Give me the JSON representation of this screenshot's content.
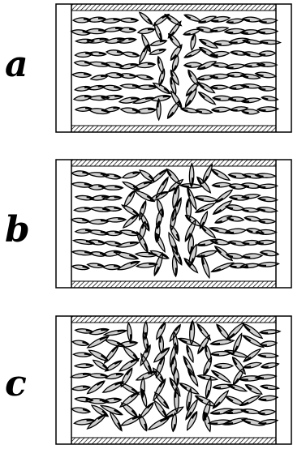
{
  "figure": {
    "panels": [
      {
        "key": "a",
        "label": "a",
        "arrangement": "ordered-rows"
      },
      {
        "key": "b",
        "label": "b",
        "arrangement": "partially-disordered-center"
      },
      {
        "key": "c",
        "label": "c",
        "arrangement": "disordered-center"
      }
    ],
    "colors": {
      "ink": "#000000",
      "paper": "#ffffff"
    }
  }
}
